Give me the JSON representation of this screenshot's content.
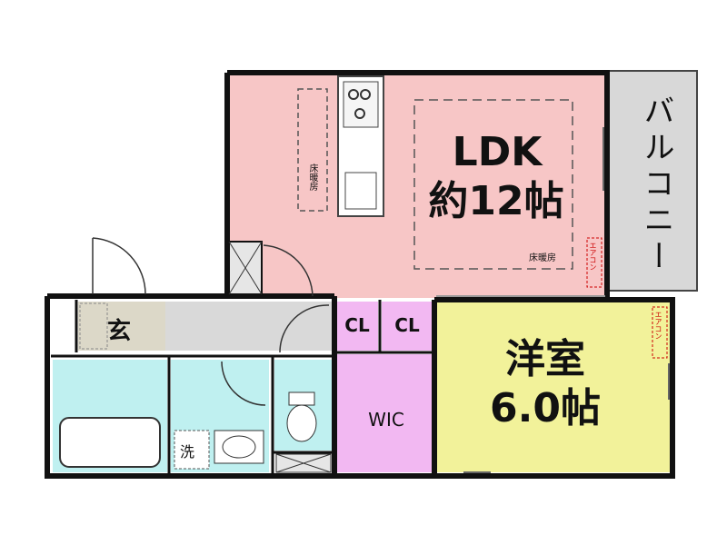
{
  "rooms": {
    "ldk": {
      "name": "LDK",
      "size": "約12帖",
      "floor_heating": "床暖房"
    },
    "kitchen": {
      "floor_heating": "床暖房"
    },
    "western": {
      "name": "洋室",
      "size": "6.0帖"
    },
    "balcony": {
      "name": "バルコニー"
    },
    "entrance": {
      "name": "玄"
    },
    "closet1": {
      "name": "CL"
    },
    "closet2": {
      "name": "CL"
    },
    "wic": {
      "name": "WIC"
    },
    "washer": {
      "name": "洗"
    }
  },
  "equipment": {
    "aircon_ldk": "エアコン",
    "aircon_western": "エアコン"
  },
  "colors": {
    "ldk": "#f7c6c6",
    "western": "#f2f29a",
    "closet": "#f2b8f2",
    "wet_area": "#bff0f0",
    "balcony": "#d8d8d8",
    "hall": "#d9d9d9",
    "wall": "#111111"
  }
}
